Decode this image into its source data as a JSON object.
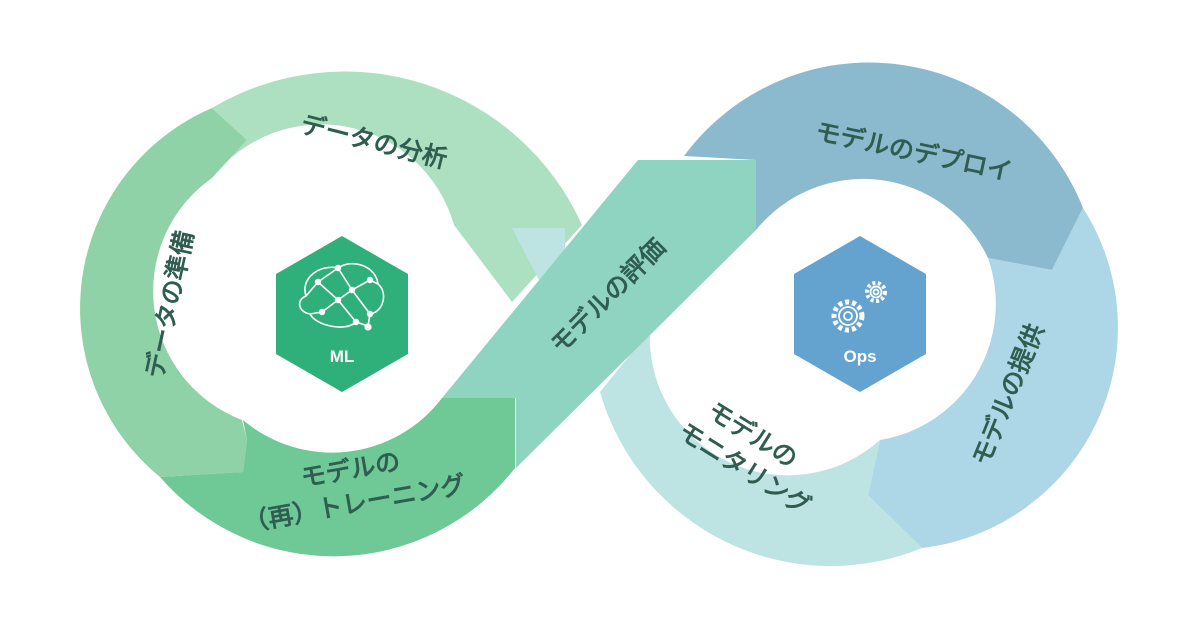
{
  "hubs": {
    "ml": {
      "label": "ML",
      "color": "#2fb07a",
      "icon": "brain-network-icon"
    },
    "ops": {
      "label": "Ops",
      "color": "#64a3cf",
      "icon": "gears-icon"
    }
  },
  "segments": {
    "data_preparation": {
      "label": "データの準備",
      "color": "#8fd2a8"
    },
    "data_analysis": {
      "label": "データの分析",
      "color": "#ade0c0"
    },
    "model_retraining": {
      "line1": "モデルの",
      "line2": "（再）トレーニング",
      "color": "#6ec997"
    },
    "model_evaluation": {
      "label": "モデルの評価",
      "color": "#8fd4c0"
    },
    "model_monitoring": {
      "line1": "モデルの",
      "line2": "モニタリング",
      "color": "#bde4e2"
    },
    "model_deploy": {
      "label": "モデルのデプロイ",
      "color": "#8bbace"
    },
    "model_serving": {
      "label": "モデルの提供",
      "color": "#add6e6"
    }
  }
}
